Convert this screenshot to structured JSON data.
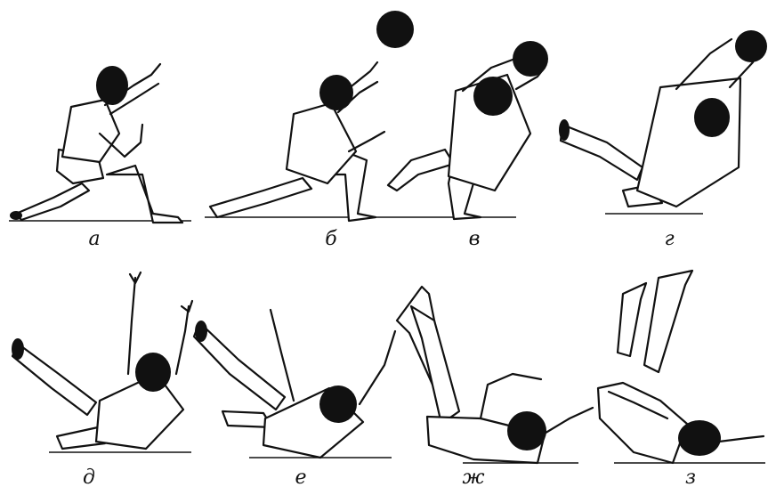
{
  "figure": {
    "sequence": [
      {
        "id": "a",
        "label": "а",
        "pose": "kneeling-lunge-reaching"
      },
      {
        "id": "b",
        "label": "б",
        "pose": "sitting-reaching-up"
      },
      {
        "id": "v",
        "label": "в",
        "pose": "sitting-catching-ball"
      },
      {
        "id": "g",
        "label": "г",
        "pose": "rolling-back-ball-overhead"
      },
      {
        "id": "d",
        "label": "д",
        "pose": "lying-back-arms-raised"
      },
      {
        "id": "e",
        "label": "е",
        "pose": "lying-back-legs-raised"
      },
      {
        "id": "zh",
        "label": "ж",
        "pose": "rolling-legs-overhead"
      },
      {
        "id": "z",
        "label": "з",
        "pose": "back-roll-legs-over"
      }
    ],
    "ball_icon": "ball-icon"
  }
}
